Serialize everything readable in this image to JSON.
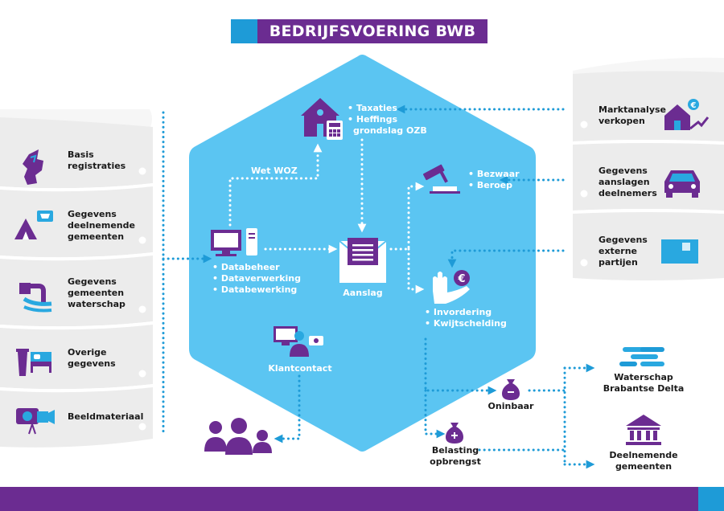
{
  "title": "BEDRIJFSVOERING BWB",
  "left_sources": [
    {
      "lines": [
        "Basis",
        "registraties"
      ],
      "icon": "map-region-icon"
    },
    {
      "lines": [
        "Gegevens",
        "deelnemende",
        "gemeenten"
      ],
      "icon": "tent-cart-icon"
    },
    {
      "lines": [
        "Gegevens",
        "gemeenten",
        "waterschap"
      ],
      "icon": "water-pipe-icon"
    },
    {
      "lines": [
        "Overige",
        "gegevens"
      ],
      "icon": "bed-bin-icon"
    },
    {
      "lines": [
        "Beeldmateriaal"
      ],
      "icon": "camera-icon"
    }
  ],
  "right_sources": [
    {
      "lines": [
        "Marktanalyse",
        "verkopen"
      ],
      "icon": "house-euro-icon"
    },
    {
      "lines": [
        "Gegevens",
        "aanslagen",
        "deelnemers"
      ],
      "icon": "car-icon"
    },
    {
      "lines": [
        "Gegevens",
        "externe",
        "partijen"
      ],
      "icon": "package-icon"
    }
  ],
  "hexagon": {
    "taxaties": [
      "• Taxaties",
      "• Heffings",
      "grondslag OZB"
    ],
    "wet_woz": "Wet WOZ",
    "data": [
      "• Databeheer",
      "• Dataverwerking",
      "• Databewerking"
    ],
    "aanslag": "Aanslag",
    "bezwaar": [
      "• Bezwaar",
      "• Beroep"
    ],
    "invordering": [
      "• Invordering",
      "• Kwijtschelding"
    ],
    "klantcontact": "Klantcontact"
  },
  "outcomes": {
    "oninbaar": "Oninbaar",
    "belasting": [
      "Belasting",
      "opbrengst"
    ],
    "waterschap": [
      "Waterschap",
      "Brabantse Delta"
    ],
    "deelnemende": [
      "Deelnemende",
      "gemeenten"
    ]
  },
  "colors": {
    "purple": "#6b2c91",
    "hexagon_blue": "#5bc5f2",
    "accent_blue": "#1e9bd7",
    "cylinder_grey": "#ececec",
    "icon_blue": "#29a8e0"
  }
}
